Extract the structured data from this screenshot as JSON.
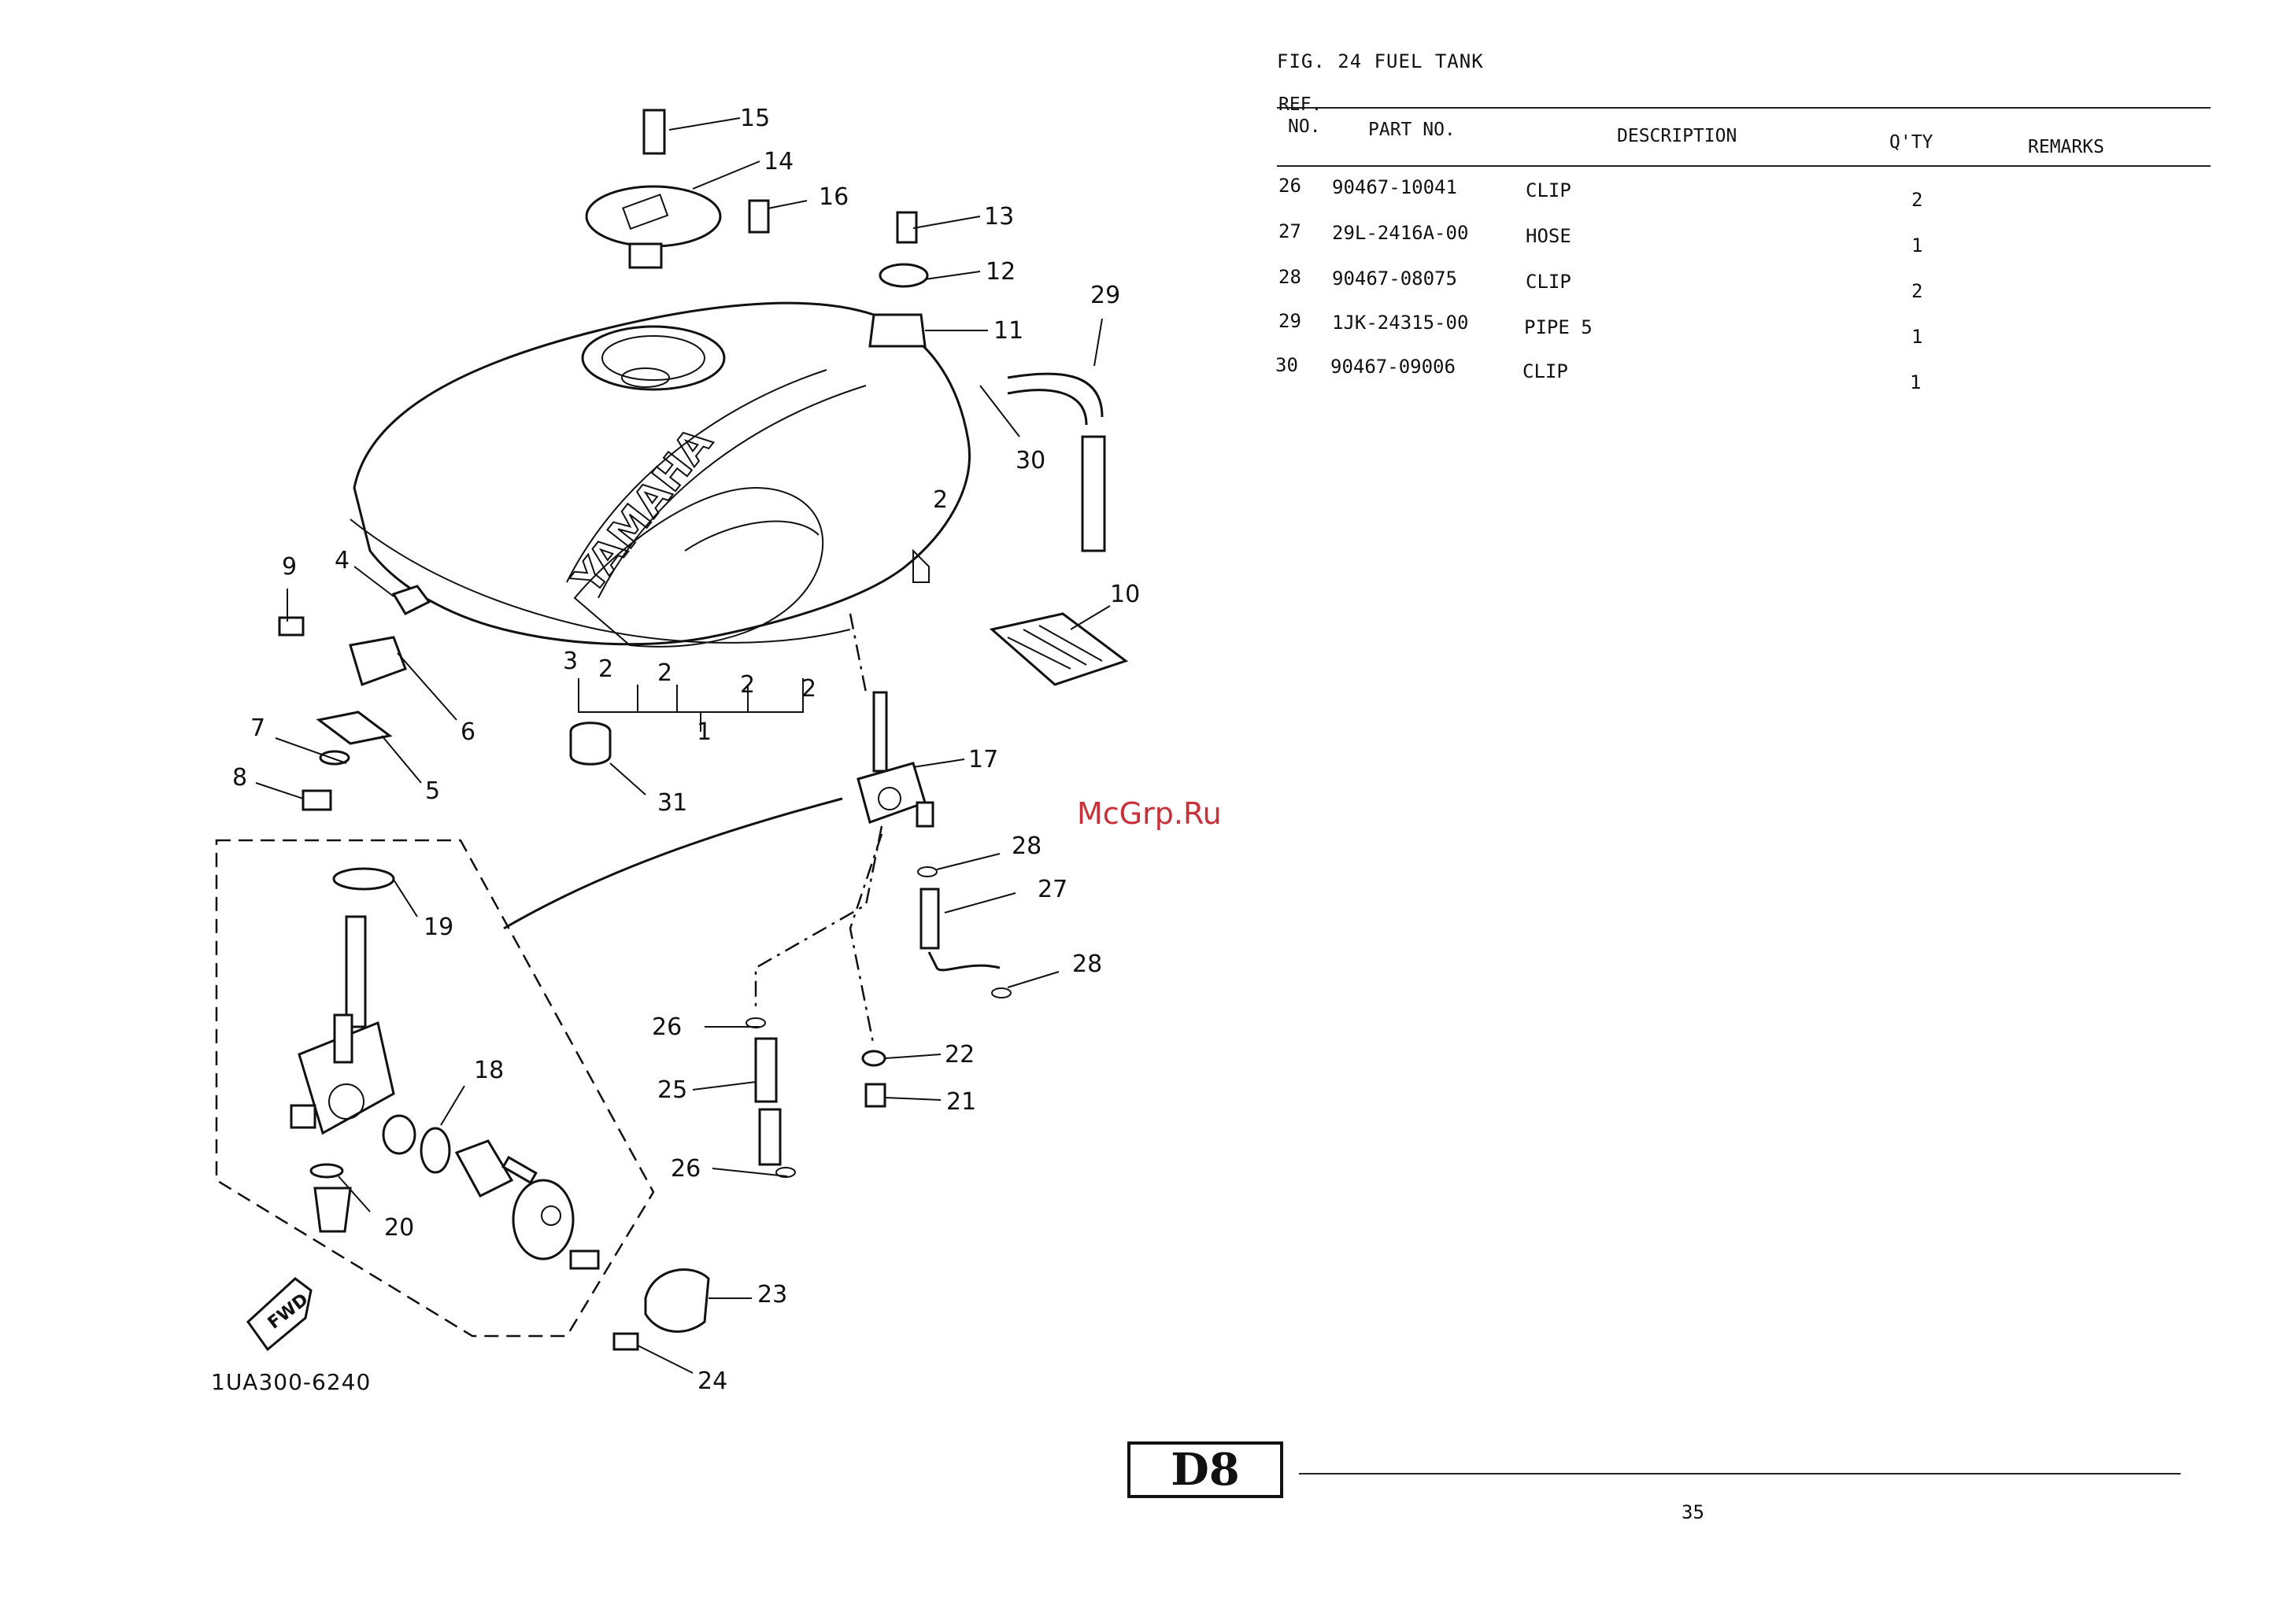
{
  "figure": {
    "title": "FIG. 24  FUEL TANK",
    "diagram_code": "1UA300-6240",
    "watermark": "McGrp.Ru",
    "section": "D8",
    "page_number": "35",
    "brand_on_tank": "YAMAHA",
    "fwd_label": "FWD"
  },
  "table": {
    "headers": {
      "ref_no_line1": "REF.",
      "ref_no_line2": "NO.",
      "part_no": "PART NO.",
      "description": "DESCRIPTION",
      "qty": "Q'TY",
      "remarks": "REMARKS"
    },
    "rows": [
      {
        "ref": "26",
        "part": "90467-10041",
        "desc": "CLIP",
        "qty": "2",
        "remarks": ""
      },
      {
        "ref": "27",
        "part": "29L-2416A-00",
        "desc": "HOSE",
        "qty": "1",
        "remarks": ""
      },
      {
        "ref": "28",
        "part": "90467-08075",
        "desc": "CLIP",
        "qty": "2",
        "remarks": ""
      },
      {
        "ref": "29",
        "part": "1JK-24315-00",
        "desc": "PIPE 5",
        "qty": "1",
        "remarks": ""
      },
      {
        "ref": "30",
        "part": "90467-09006",
        "desc": "CLIP",
        "qty": "1",
        "remarks": ""
      }
    ]
  },
  "callouts": [
    "1",
    "2",
    "2",
    "2",
    "2",
    "2",
    "3",
    "4",
    "5",
    "6",
    "7",
    "8",
    "9",
    "10",
    "11",
    "12",
    "13",
    "14",
    "15",
    "16",
    "17",
    "18",
    "19",
    "20",
    "21",
    "22",
    "23",
    "24",
    "25",
    "26",
    "26",
    "27",
    "28",
    "28",
    "29",
    "30",
    "31"
  ]
}
